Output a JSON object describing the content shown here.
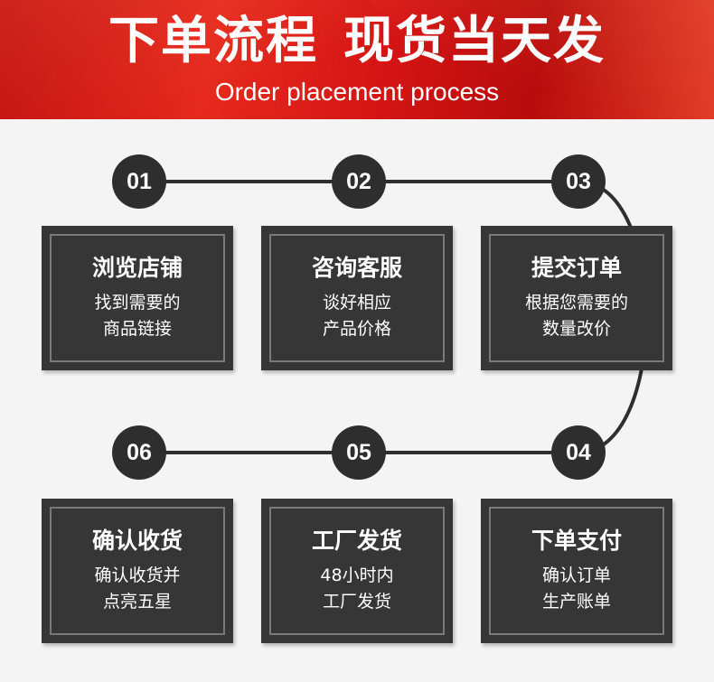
{
  "header": {
    "title_left": "下单流程",
    "title_right": "现货当天发",
    "subtitle": "Order placement process"
  },
  "colors": {
    "header_red": "#d31414",
    "card_dark": "#363636",
    "circle_dark": "#2e2e2e"
  },
  "steps": [
    {
      "number": "01",
      "title": "浏览店铺",
      "line1": "找到需要的",
      "line2": "商品链接"
    },
    {
      "number": "02",
      "title": "咨询客服",
      "line1": "谈好相应",
      "line2": "产品价格"
    },
    {
      "number": "03",
      "title": "提交订单",
      "line1": "根据您需要的",
      "line2": "数量改价"
    },
    {
      "number": "04",
      "title": "下单支付",
      "line1": "确认订单",
      "line2": "生产账单"
    },
    {
      "number": "05",
      "title": "工厂发货",
      "line1": "48小时内",
      "line2": "工厂发货"
    },
    {
      "number": "06",
      "title": "确认收货",
      "line1": "确认收货并",
      "line2": "点亮五星"
    }
  ]
}
